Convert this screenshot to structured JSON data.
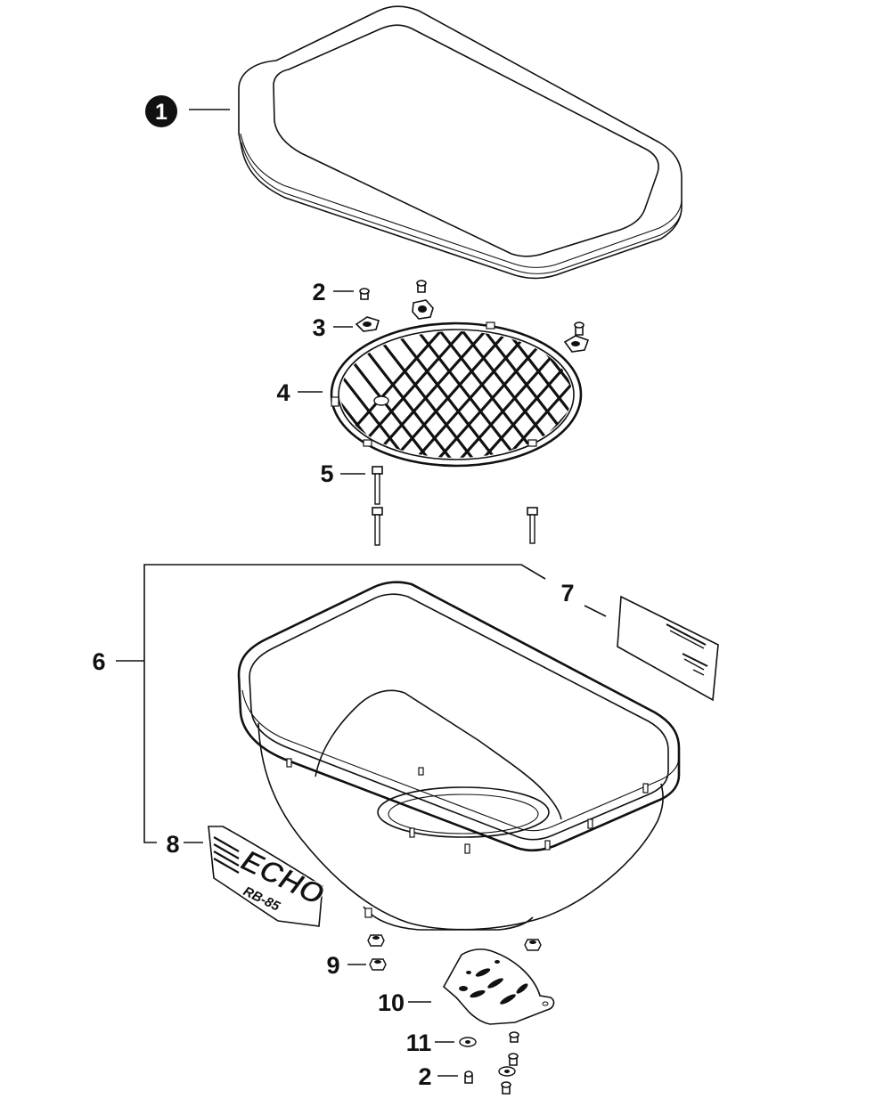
{
  "callouts": {
    "c1": "1",
    "c2a": "2",
    "c3": "3",
    "c4": "4",
    "c5": "5",
    "c6": "6",
    "c7": "7",
    "c8": "8",
    "c9": "9",
    "c10": "10",
    "c11": "11",
    "c2b": "2"
  },
  "decal": {
    "brand": "ECHO",
    "model": "RB-85"
  },
  "colors": {
    "ink": "#111111",
    "paper": "#ffffff"
  }
}
